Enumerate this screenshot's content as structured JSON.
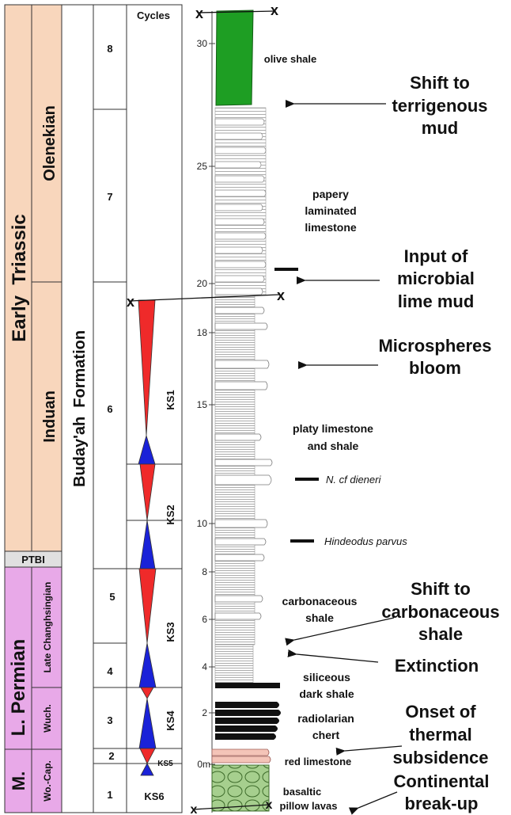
{
  "stratigraphy": {
    "periods": [
      {
        "label": "Early  Triassic"
      },
      {
        "label": "L. Permian"
      },
      {
        "label": "M."
      }
    ],
    "stages": [
      {
        "label": "Olenekian"
      },
      {
        "label": "Induan"
      },
      {
        "label": "Late Changhsingian"
      },
      {
        "label": "Wuch."
      },
      {
        "label": "Wo.-Cap."
      }
    ],
    "boundary_label": "PTBI",
    "formation": "Buday'ah  Formation",
    "cycles_header": "Cycles",
    "cycles": [
      "8",
      "7",
      "6",
      "5",
      "4",
      "3",
      "2",
      "1"
    ],
    "sequences": [
      "KS1",
      "KS2",
      "KS3",
      "KS4",
      "KS5",
      "KS6"
    ]
  },
  "scale": {
    "ticks": [
      "30",
      "25",
      "20",
      "18",
      "15",
      "10",
      "8",
      "6",
      "4",
      "2",
      "0m"
    ]
  },
  "lithology_labels": {
    "olive_shale": "olive shale",
    "papery_1": "papery",
    "papery_2": "laminated",
    "papery_3": "limestone",
    "platy_1": "platy limestone",
    "platy_2": "and shale",
    "carb_1": "carbonaceous",
    "carb_2": "shale",
    "sil_1": "siliceous",
    "sil_2": "dark shale",
    "rad_1": "radiolarian",
    "rad_2": "chert",
    "red_limestone": "red limestone",
    "bas_1": "basaltic",
    "bas_2": "pillow lavas"
  },
  "fossils": {
    "n_dieneri": "N. cf dieneri",
    "hindeodus": "Hindeodus parvus"
  },
  "events": {
    "e1a": "Shift to",
    "e1b": "terrigenous",
    "e1c": "mud",
    "e2a": "Input of",
    "e2b": "microbial",
    "e2c": "lime mud",
    "e3a": "Microspheres",
    "e3b": "bloom",
    "e4a": "Shift to",
    "e4b": "carbonaceous",
    "e4c": "shale",
    "e5": "Extinction",
    "e6a": "Onset of",
    "e6b": "thermal",
    "e6c": "subsidence",
    "e7a": "Continental",
    "e7b": "break-up"
  },
  "markers": {
    "x": "x"
  },
  "colors": {
    "triassic_fill": "#f8d6bc",
    "permian_fill": "#e8a9e8",
    "olive_shale": "#1e9e23",
    "red_triangle": "#ef2a2a",
    "blue_triangle": "#1a22d8",
    "red_limestone": "#f4c4b8",
    "basalt": "#a6cf8e",
    "chert": "#111111"
  }
}
